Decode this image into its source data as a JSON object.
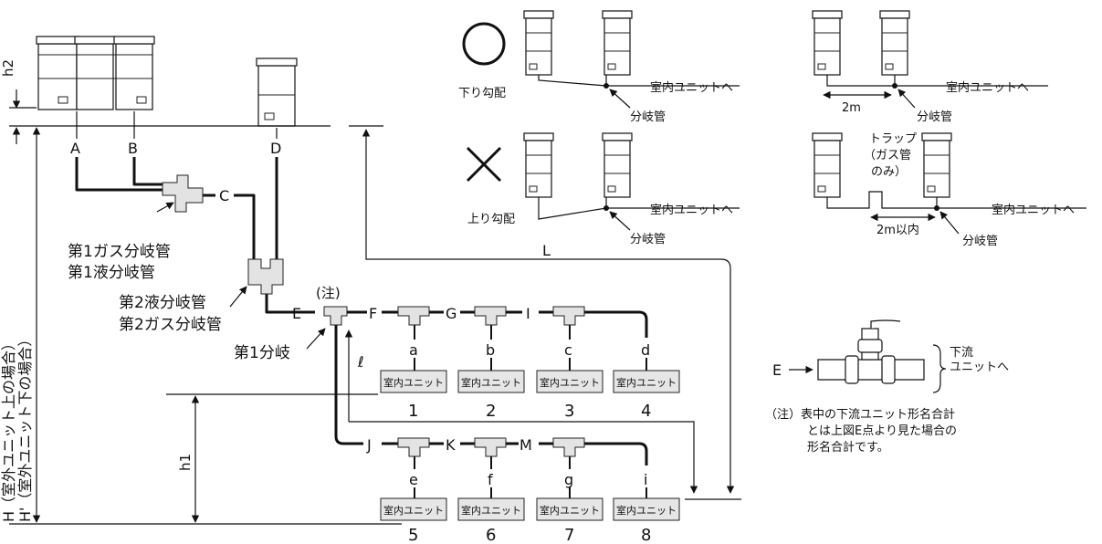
{
  "outdoor_labels": {
    "A": "A",
    "B": "B",
    "C": "C",
    "D": "D"
  },
  "heights": {
    "h2": "h2",
    "h1": "h1",
    "H": "H（室外ユニット上の場合）",
    "H2": "H'（室外ユニット下の場合）"
  },
  "branch_labels": {
    "first_branch_gas": "第1ガス分岐管",
    "first_branch_liquid": "第1液分岐管",
    "second_branch_liquid": "第2液分岐管",
    "second_branch_gas": "第2ガス分岐管",
    "first_branch": "第1分岐",
    "note": "(注)"
  },
  "pipe_points": {
    "E": "E",
    "F": "F",
    "G": "G",
    "I": "I",
    "J": "J",
    "K": "K",
    "M": "M",
    "L": "L",
    "ell": "ℓ"
  },
  "indoor_connectors_top": [
    "a",
    "b",
    "c",
    "d"
  ],
  "indoor_connectors_bottom": [
    "e",
    "f",
    "g",
    "i"
  ],
  "indoor_unit_label": "室内ユニット",
  "indoor_numbers_top": [
    "1",
    "2",
    "3",
    "4"
  ],
  "indoor_numbers_bottom": [
    "5",
    "6",
    "7",
    "8"
  ],
  "slope_good": {
    "symbol": "○",
    "label": "下り勾配",
    "to_indoor": "室内ユニットへ",
    "branch": "分岐管"
  },
  "slope_bad": {
    "symbol": "×",
    "label": "上り勾配",
    "to_indoor": "室内ユニットへ",
    "branch": "分岐管"
  },
  "right_top": {
    "dist": "2m",
    "to_indoor": "室内ユニットへ",
    "branch": "分岐管"
  },
  "right_trap": {
    "trap1": "トラップ",
    "trap2": "（ガス管",
    "trap3": "のみ）",
    "dist": "2m以内",
    "to_indoor": "室内ユニットへ",
    "branch": "分岐管"
  },
  "detail": {
    "point": "E",
    "downstream1": "下流",
    "downstream2": "ユニットへ"
  },
  "footnote": {
    "line1": "（注）表中の下流ユニット形名合計",
    "line2": "とは上図E点より見た場合の",
    "line3": "形名合計です。"
  }
}
